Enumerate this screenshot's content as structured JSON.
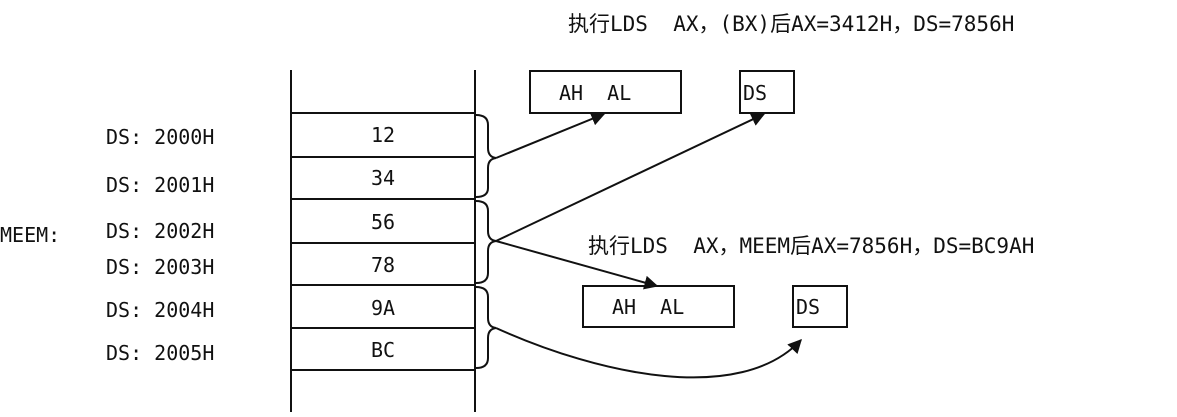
{
  "captions": {
    "top": "执行LDS  AX，(BX)后AX=3412H，DS=7856H",
    "middle": "执行LDS  AX，MEEM后AX=7856H，DS=BC9AH"
  },
  "memory": {
    "label": "MEEM:",
    "rows": [
      {
        "address": "DS: 2000H",
        "value": "12"
      },
      {
        "address": "DS: 2001H",
        "value": "34"
      },
      {
        "address": "DS: 2002H",
        "value": "56"
      },
      {
        "address": "DS: 2003H",
        "value": "78"
      },
      {
        "address": "DS: 2004H",
        "value": "9A"
      },
      {
        "address": "DS: 2005H",
        "value": "BC"
      }
    ]
  },
  "registers": {
    "top": {
      "ax_label": "AH  AL",
      "ds_label": "DS"
    },
    "middle": {
      "ax_label": "AH  AL",
      "ds_label": "DS"
    }
  }
}
